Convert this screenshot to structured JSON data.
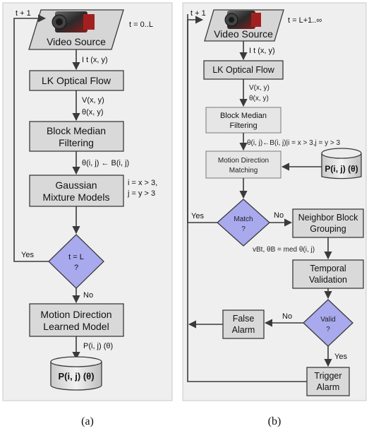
{
  "panel_a": {
    "video_source": "Video Source",
    "loop_label": "t + 1",
    "time_range": "t = 0..L",
    "input_label": "I t (x, y)",
    "lk_optical_flow": "LK Optical Flow",
    "v_label": "V(x, y)",
    "theta_label": "θ(x, y)",
    "block_median_1": "Block Median",
    "block_median_2": "Filtering",
    "theta_block_label": "θ(i, j) ← B(i, j)",
    "gmm_1": "Gaussian",
    "gmm_2": "Mixture Models",
    "cond_i": "i = x > 3,",
    "cond_j": "j = y > 3",
    "decision_1": "t = L",
    "decision_2": "?",
    "yes": "Yes",
    "no": "No",
    "model_1": "Motion Direction",
    "model_2": "Learned Model",
    "p_out": "P(i, j) (θ)",
    "db_label": "P(i, j) (θ)",
    "caption": "(a)"
  },
  "panel_b": {
    "video_source": "Video Source",
    "loop_label": "t + 1",
    "time_range": "t = L+1..∞",
    "input_label": "I t (x, y)",
    "lk_optical_flow": "LK Optical Flow",
    "v_label": "V(x, y)",
    "theta_label": "θ(x, y)",
    "block_median_1": "Block Median",
    "block_median_2": "Filtering",
    "theta_block_label": "θ(i, j)←B(i, j)|i = x > 3,j = y > 3",
    "matching_1": "Motion Direction",
    "matching_2": "Matching",
    "db_label": "P(i, j) (θ)",
    "match_1": "Match",
    "match_2": "?",
    "yes": "Yes",
    "no": "No",
    "neighbor_1": "Neighbor Block",
    "neighbor_2": "Grouping",
    "vb_label": "vBt, θB = med θ(i, j)",
    "temporal_1": "Temporal",
    "temporal_2": "Validation",
    "valid_1": "Valid",
    "valid_2": "?",
    "no2": "No",
    "yes2": "Yes",
    "false_1": "False",
    "false_2": "Alarm",
    "trigger_1": "Trigger",
    "trigger_2": "Alarm",
    "caption": "(b)"
  }
}
